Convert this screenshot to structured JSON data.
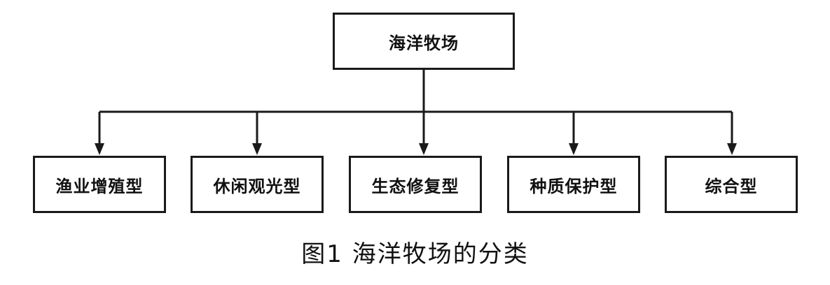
{
  "diagram": {
    "root": {
      "label": "海洋牧场"
    },
    "children": [
      {
        "label": "渔业增殖型"
      },
      {
        "label": "休闲观光型"
      },
      {
        "label": "生态修复型"
      },
      {
        "label": "种质保护型"
      },
      {
        "label": "综合型"
      }
    ],
    "caption": "图1  海洋牧场的分类"
  }
}
